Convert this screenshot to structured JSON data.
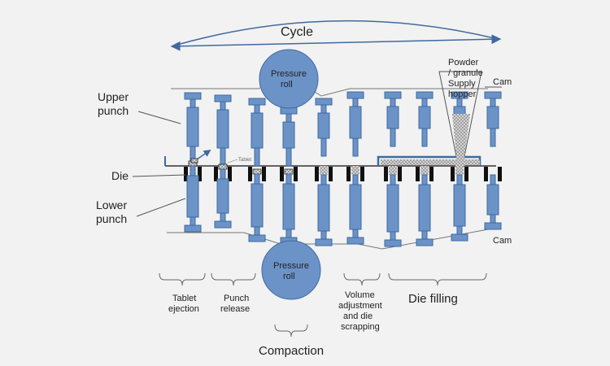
{
  "labels": {
    "cycle": "Cycle",
    "upper_punch_1": "Upper",
    "upper_punch_2": "punch",
    "die": "Die",
    "lower_punch_1": "Lower",
    "lower_punch_2": "punch",
    "pressure_roll_top_1": "Pressure",
    "pressure_roll_top_2": "roll",
    "pressure_roll_bottom_1": "Pressure",
    "pressure_roll_bottom_2": "roll",
    "hopper_1": "Powder",
    "hopper_2": "/ granule",
    "hopper_3": "Supply",
    "hopper_4": "hopper",
    "cam_top": "Cam",
    "cam_bottom": "Cam",
    "tablet": "Tablet"
  },
  "stages": {
    "tablet_ejection_1": "Tablet",
    "tablet_ejection_2": "ejection",
    "punch_release_1": "Punch",
    "punch_release_2": "release",
    "volume_1": "Volume",
    "volume_2": "adjustment",
    "volume_3": "and die",
    "volume_4": "scrapping",
    "die_filling": "Die filling",
    "compaction": "Compaction"
  },
  "colors": {
    "punch": "#6b93c8",
    "punch_stroke": "#3f6aa0",
    "die_block": "#111111",
    "powder": "#9a9a9a",
    "line": "#555555",
    "background": "#f2f2f2"
  }
}
